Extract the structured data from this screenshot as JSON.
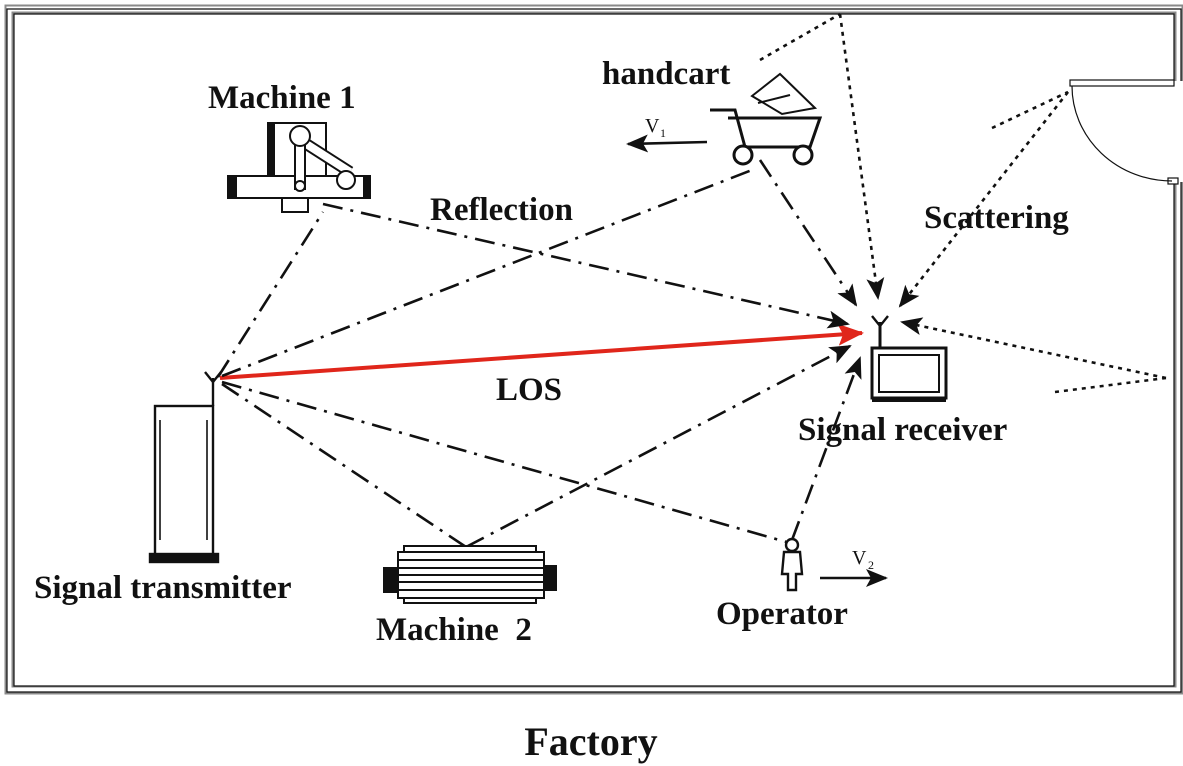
{
  "labels": {
    "machine1": "Machine 1",
    "machine2": "Machine  2",
    "handcart": "handcart",
    "reflection": "Reflection",
    "scattering": "Scattering",
    "los": "LOS",
    "signal_receiver": "Signal receiver",
    "signal_transmitter": "Signal transmitter",
    "operator": "Operator",
    "v1_main": "V",
    "v1_sub": "1",
    "v2_main": "V",
    "v2_sub": "2",
    "caption": "Factory"
  },
  "colors": {
    "los": "#e0261b",
    "wall": "#8a8a8a",
    "ink": "#111111"
  },
  "icons": {
    "machine1": "robot-arm-icon",
    "machine2": "conveyor-machine-icon",
    "handcart": "handcart-icon",
    "transmitter": "transmitter-cabinet-icon",
    "receiver": "receiver-monitor-icon",
    "operator": "person-icon",
    "door": "door-icon"
  }
}
